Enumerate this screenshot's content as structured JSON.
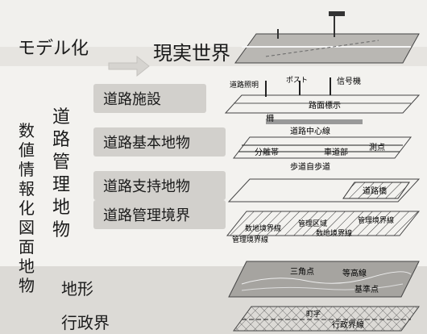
{
  "model_label": "モデル化",
  "real_world": "現実世界",
  "left_vertical": "数値情報化図面地物",
  "road_vertical": "道路管理地物",
  "layers": [
    {
      "label": "道路施設"
    },
    {
      "label": "道路基本地物"
    },
    {
      "label": "道路支持地物"
    },
    {
      "label": "道路管理境界"
    }
  ],
  "terrain": "地形",
  "admin": "行政界",
  "plane_labels": {
    "facility": [
      "道路照明",
      "ポスト",
      "信号機",
      "路面標示",
      "柵"
    ],
    "basic": [
      "道路中心線",
      "分離帯",
      "車道部",
      "歩道自歩道",
      "測点"
    ],
    "support": [
      "道路橋"
    ],
    "boundary": [
      "管理区域",
      "管理境界線",
      "数地境界線",
      "数地境界線",
      "管理境界線"
    ],
    "terrain": [
      "三角点",
      "等高線",
      "基準点"
    ],
    "admin": [
      "町字",
      "行政界線"
    ]
  }
}
